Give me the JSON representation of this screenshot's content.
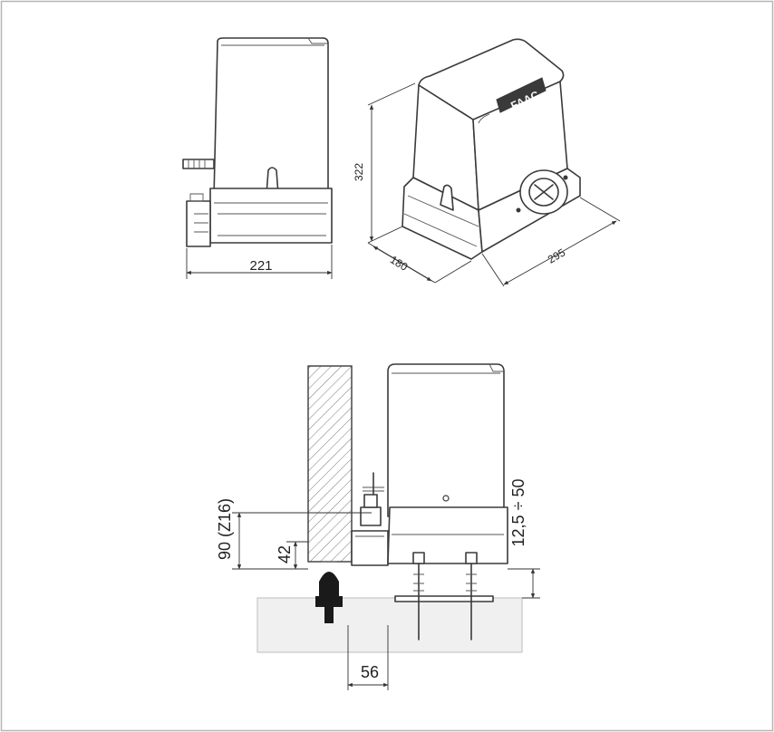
{
  "brand": {
    "logo_text": "FAAC"
  },
  "dimensions": {
    "front_width": "221",
    "height": "322",
    "depth": "180",
    "length": "295",
    "rack_height": "90 (Z16)",
    "pinion_height": "42",
    "base_adjust": "12,5 ÷ 50",
    "offset": "56"
  }
}
